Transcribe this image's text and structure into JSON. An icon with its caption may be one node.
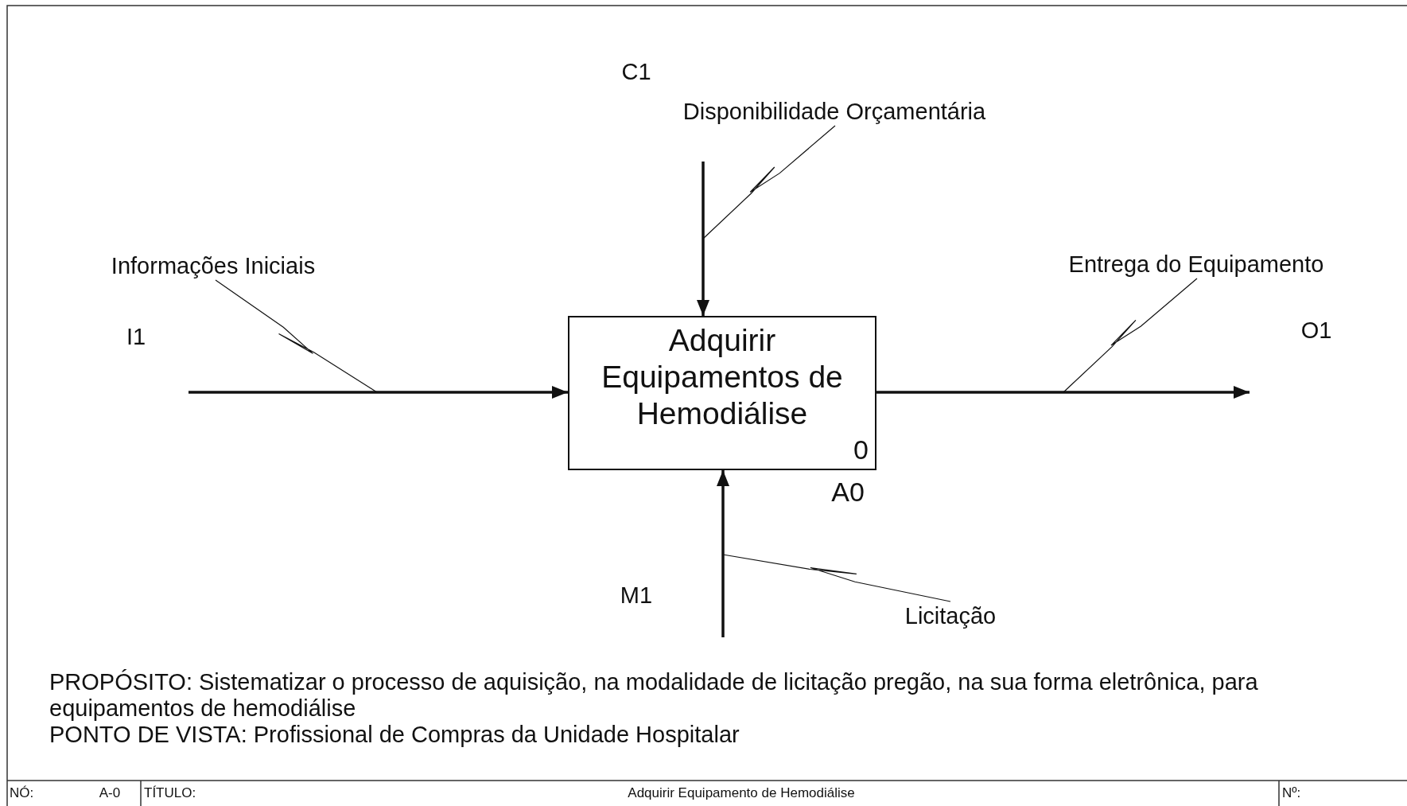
{
  "diagram": {
    "nodes": [
      {
        "text": [
          "Adquirir Equipamentos de Hemodiálise",
          "0"
        ],
        "beside": [
          "A0"
        ]
      },
      {
        "text": [
          "Informações Iniciais"
        ]
      },
      {
        "text": [
          "Disponibilidade Orçamentária"
        ]
      },
      {
        "text": [
          "Entrega do Equipamento"
        ]
      },
      {
        "text": [
          "Licitação"
        ]
      }
    ],
    "edges": [
      {
        "from": null,
        "to": 0,
        "arrow": "to"
      },
      {
        "from": null,
        "to": 0,
        "arrow": "to"
      },
      {
        "from": 0,
        "to": null,
        "arrow": "to"
      },
      {
        "from": null,
        "to": 0,
        "arrow": "to"
      },
      {
        "from": 1,
        "to": null,
        "arrow": "none"
      },
      {
        "from": 2,
        "to": null,
        "arrow": "none"
      },
      {
        "from": 3,
        "to": null,
        "arrow": "none"
      },
      {
        "from": 4,
        "to": null,
        "arrow": "none"
      }
    ],
    "labels": [
      "C1",
      "I1",
      "O1",
      "M1",
      "PROPÓSITO: Sistematizar o processo de aquisição, na modalidade de licitação pregão, na sua forma eletrônica, para equipamentos de hemodiálise",
      "PONTO DE VISTA: Profissional de Compras da Unidade Hospitalar",
      "NÓ:",
      "A-0",
      "TÍTULO:",
      "Adquirir Equipamento de Hemodiálise",
      "Nº:"
    ]
  }
}
